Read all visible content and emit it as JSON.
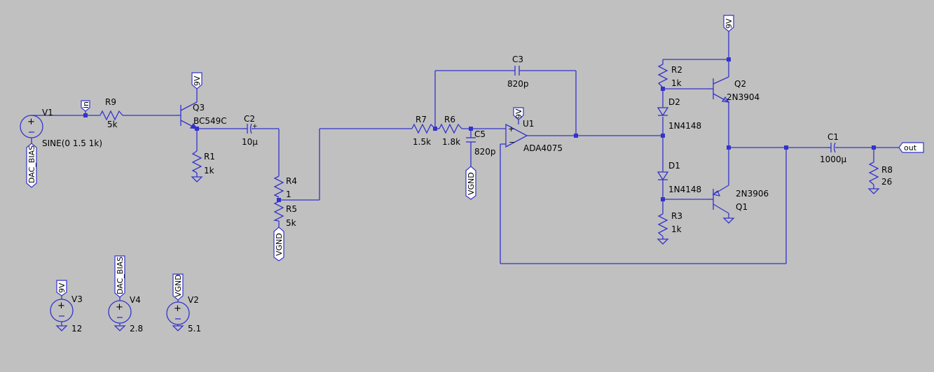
{
  "schematic": {
    "colors": {
      "background": "#c0c0c0",
      "wire": "#3333cc",
      "text": "#000000"
    },
    "net_labels": {
      "in": "in",
      "out": "out",
      "v9": "9V",
      "vgnd": "VGND",
      "dac_bias": "DAC_BIAS"
    },
    "components": {
      "V1": {
        "name": "V1",
        "value": "SINE(0 1.5 1k)"
      },
      "V2": {
        "name": "V2",
        "value": "5.1"
      },
      "V3": {
        "name": "V3",
        "value": "12"
      },
      "V4": {
        "name": "V4",
        "value": "2.8"
      },
      "R1": {
        "name": "R1",
        "value": "1k"
      },
      "R2": {
        "name": "R2",
        "value": "1k"
      },
      "R3": {
        "name": "R3",
        "value": "1k"
      },
      "R4": {
        "name": "R4",
        "value": "1"
      },
      "R5": {
        "name": "R5",
        "value": "5k"
      },
      "R6": {
        "name": "R6",
        "value": "1.8k"
      },
      "R7": {
        "name": "R7",
        "value": "1.5k"
      },
      "R8": {
        "name": "R8",
        "value": "26"
      },
      "R9": {
        "name": "R9",
        "value": "5k"
      },
      "C1": {
        "name": "C1",
        "value": "1000µ"
      },
      "C2": {
        "name": "C2",
        "value": "10µ"
      },
      "C3": {
        "name": "C3",
        "value": "820p"
      },
      "C5": {
        "name": "C5",
        "value": "820p"
      },
      "D1": {
        "name": "D1",
        "value": "1N4148"
      },
      "D2": {
        "name": "D2",
        "value": "1N4148"
      },
      "Q1": {
        "name": "Q1",
        "value": "2N3906"
      },
      "Q2": {
        "name": "Q2",
        "value": "2N3904"
      },
      "Q3": {
        "name": "Q3",
        "value": "BC549C"
      },
      "U1": {
        "name": "U1",
        "value": "ADA4075"
      }
    }
  }
}
